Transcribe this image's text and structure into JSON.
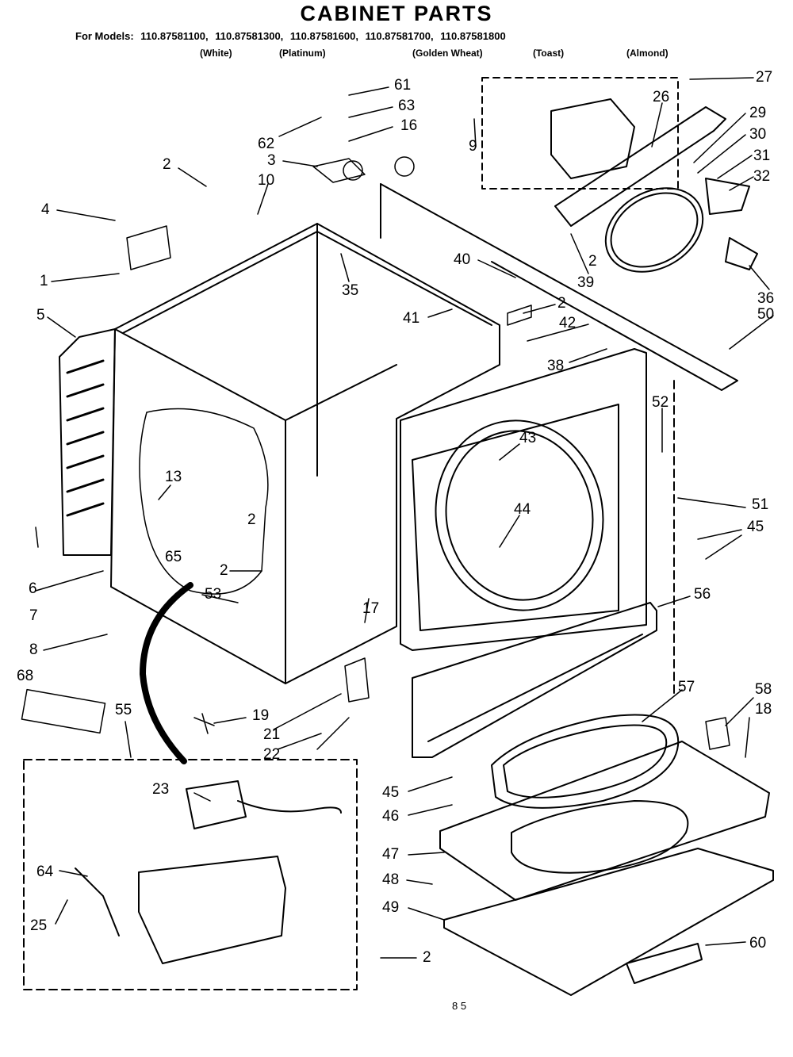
{
  "header": {
    "title": "CABINET PARTS",
    "models_prefix": "For Models:",
    "models": [
      "110.87581100,",
      "110.87581300,",
      "110.87581600,",
      "110.87581700,",
      "110.87581800"
    ],
    "colors": [
      "(White)",
      "(Platinum)",
      "(Golden Wheat)",
      "(Toast)",
      "(Almond)"
    ]
  },
  "callouts": [
    "61",
    "63",
    "16",
    "62",
    "3",
    "9",
    "27",
    "26",
    "29",
    "30",
    "31",
    "32",
    "2",
    "10",
    "4",
    "1",
    "5",
    "35",
    "40",
    "41",
    "2",
    "42",
    "38",
    "39",
    "36",
    "50",
    "52",
    "43",
    "44",
    "51",
    "45",
    "13",
    "2",
    "65",
    "6",
    "7",
    "8",
    "68",
    "2",
    "53",
    "17",
    "56",
    "19",
    "21",
    "22",
    "55",
    "57",
    "58",
    "18",
    "23",
    "45",
    "46",
    "47",
    "48",
    "49",
    "64",
    "25",
    "2",
    "60",
    "2"
  ],
  "page_mark": "8 5"
}
